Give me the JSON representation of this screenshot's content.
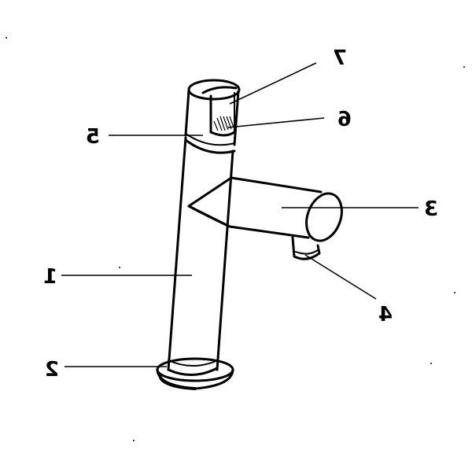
{
  "figure": {
    "callouts": [
      {
        "id": "1",
        "text": "1"
      },
      {
        "id": "2",
        "text": "2"
      },
      {
        "id": "3",
        "text": "3"
      },
      {
        "id": "4",
        "text": "4"
      },
      {
        "id": "5",
        "text": "5"
      },
      {
        "id": "6",
        "text": "6"
      },
      {
        "id": "7",
        "text": "7"
      }
    ]
  },
  "colors": {
    "ink": "#000000",
    "background": "#ffffff"
  }
}
